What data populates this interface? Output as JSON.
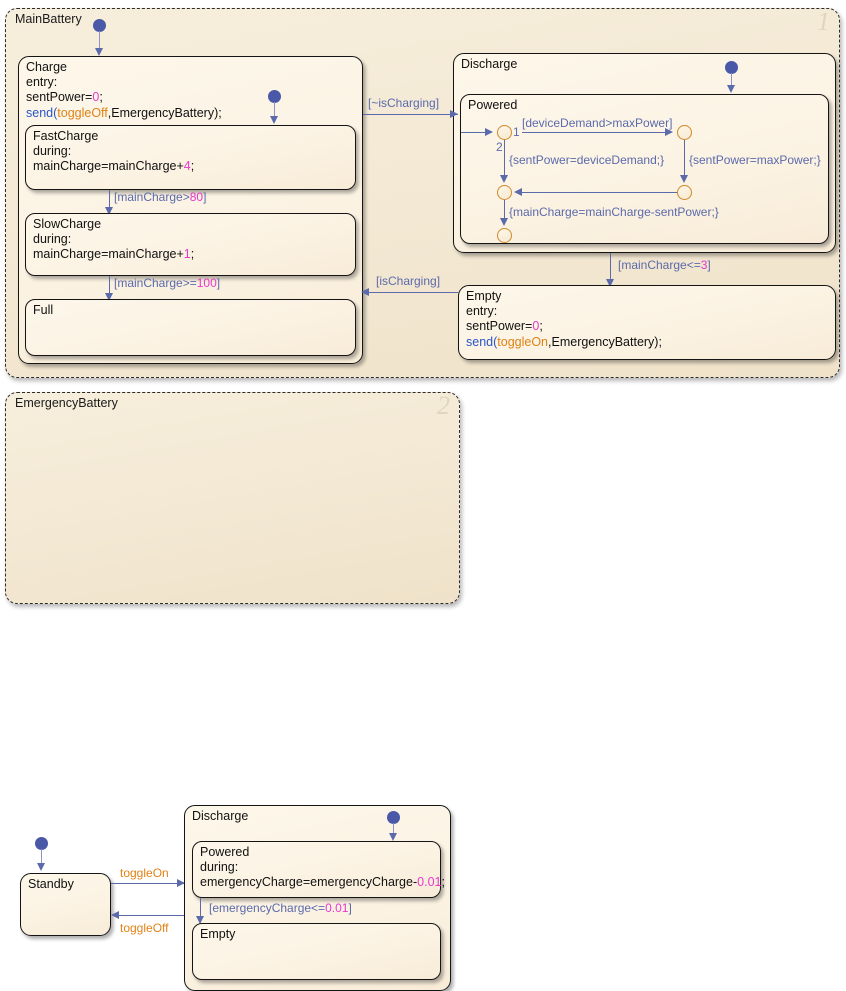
{
  "charts": [
    {
      "name": "MainBattery",
      "badge": "1",
      "states": {
        "charge": {
          "name": "Charge",
          "lines": [
            "Charge",
            "entry:",
            "sentPower=0;",
            "send(toggleOff,EmergencyBattery);"
          ],
          "entry_keyword": "entry:",
          "action_1": "sentPower=",
          "action_1_num": "0",
          "action_1_end": ";",
          "send_kw": "send",
          "send_open": "(",
          "send_event": "toggleOff",
          "send_rest": ",EmergencyBattery);"
        },
        "fastcharge": {
          "name": "FastCharge",
          "during_keyword": "during:",
          "action": "mainCharge=mainCharge+",
          "action_num": "4",
          "action_end": ";"
        },
        "slowcharge": {
          "name": "SlowCharge",
          "during_keyword": "during:",
          "action": "mainCharge=mainCharge+",
          "action_num": "1",
          "action_end": ";"
        },
        "full": {
          "name": "Full"
        },
        "discharge": {
          "name": "Discharge"
        },
        "powered": {
          "name": "Powered"
        },
        "empty": {
          "name": "Empty",
          "entry_keyword": "entry:",
          "action_1": "sentPower=",
          "action_1_num": "0",
          "action_1_end": ";",
          "send_kw": "send",
          "send_open": "(",
          "send_event": "toggleOn",
          "send_rest": ",EmergencyBattery);"
        }
      },
      "transitions": {
        "fast_to_slow": "[mainCharge>80]",
        "fast_to_slow_cond": "[mainCharge>",
        "fast_to_slow_num": "80",
        "fast_to_slow_end": "]",
        "slow_to_full_cond": "[mainCharge>=",
        "slow_to_full_num": "100",
        "slow_to_full_end": "]",
        "charge_to_discharge": "[~isCharging]",
        "empty_to_charge": "[isCharging]",
        "powered_to_empty_cond": "[mainCharge<=",
        "powered_to_empty_num": "3",
        "powered_to_empty_end": "]",
        "junction_cond_top": "[deviceDemand>maxPower]",
        "order_1": "1",
        "order_2": "2",
        "action_left": "{sentPower=deviceDemand;}",
        "action_right": "{sentPower=maxPower;}",
        "action_bottom": "{mainCharge=mainCharge-sentPower;}"
      }
    },
    {
      "name": "EmergencyBattery",
      "badge": "2",
      "states": {
        "standby": {
          "name": "Standby"
        },
        "discharge": {
          "name": "Discharge"
        },
        "powered": {
          "name": "Powered",
          "during_keyword": "during:",
          "action": "emergencyCharge=emergencyCharge-",
          "action_num": "0.01",
          "action_end": ";"
        },
        "empty": {
          "name": "Empty"
        }
      },
      "transitions": {
        "toggle_on": "toggleOn",
        "toggle_off": "toggleOff",
        "powered_to_empty_cond": "[emergencyCharge<=",
        "powered_to_empty_num": "0.01",
        "powered_to_empty_end": "]"
      }
    }
  ],
  "colors": {
    "chart_fill": "#f3e8d3",
    "state_fill": "#fbf2e2",
    "state_border": "#141414",
    "transition": "#5b6aab",
    "junction": "#d2882a",
    "default_bullet": "#4a58a8",
    "keyword": "#2a56c6",
    "event": "#e08216",
    "number": "#e838cd"
  }
}
